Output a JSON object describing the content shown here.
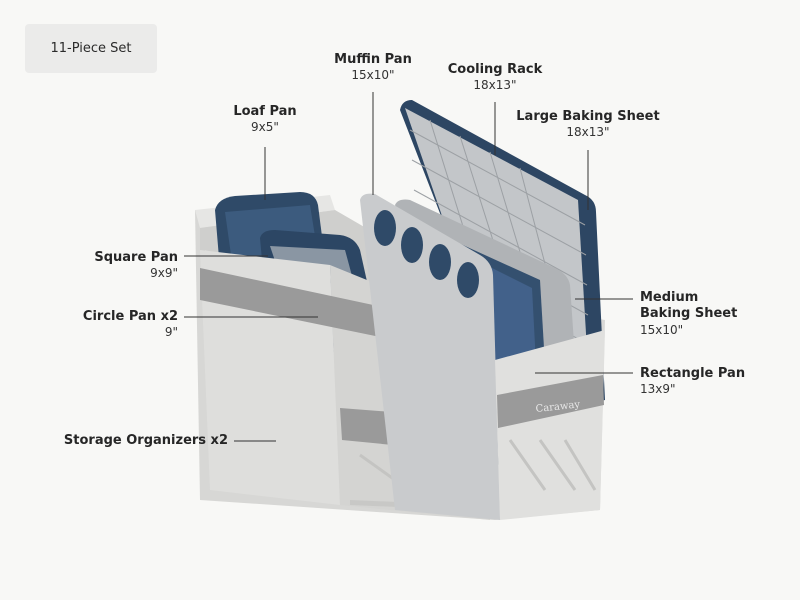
{
  "badge": "11-Piece Set",
  "labels": {
    "loaf": {
      "name": "Loaf Pan",
      "size": "9x5\""
    },
    "muffin": {
      "name": "Muffin Pan",
      "size": "15x10\""
    },
    "cooling": {
      "name": "Cooling Rack",
      "size": "18x13\""
    },
    "large": {
      "name": "Large Baking Sheet",
      "size": "18x13\""
    },
    "square": {
      "name": "Square Pan",
      "size": "9x9\""
    },
    "circle": {
      "name": "Circle Pan x2",
      "size": "9\""
    },
    "medium": {
      "name": "Medium Baking Sheet",
      "size": "15x10\""
    },
    "rectangle": {
      "name": "Rectangle Pan",
      "size": "13x9\""
    },
    "storage": {
      "name": "Storage Organizers x2"
    }
  },
  "brand": "Caraway",
  "colors": {
    "navy": "#2f4a68",
    "organizer": "#dcdcda",
    "strap": "#9a9a9a",
    "metal": "#b9bcbf"
  }
}
